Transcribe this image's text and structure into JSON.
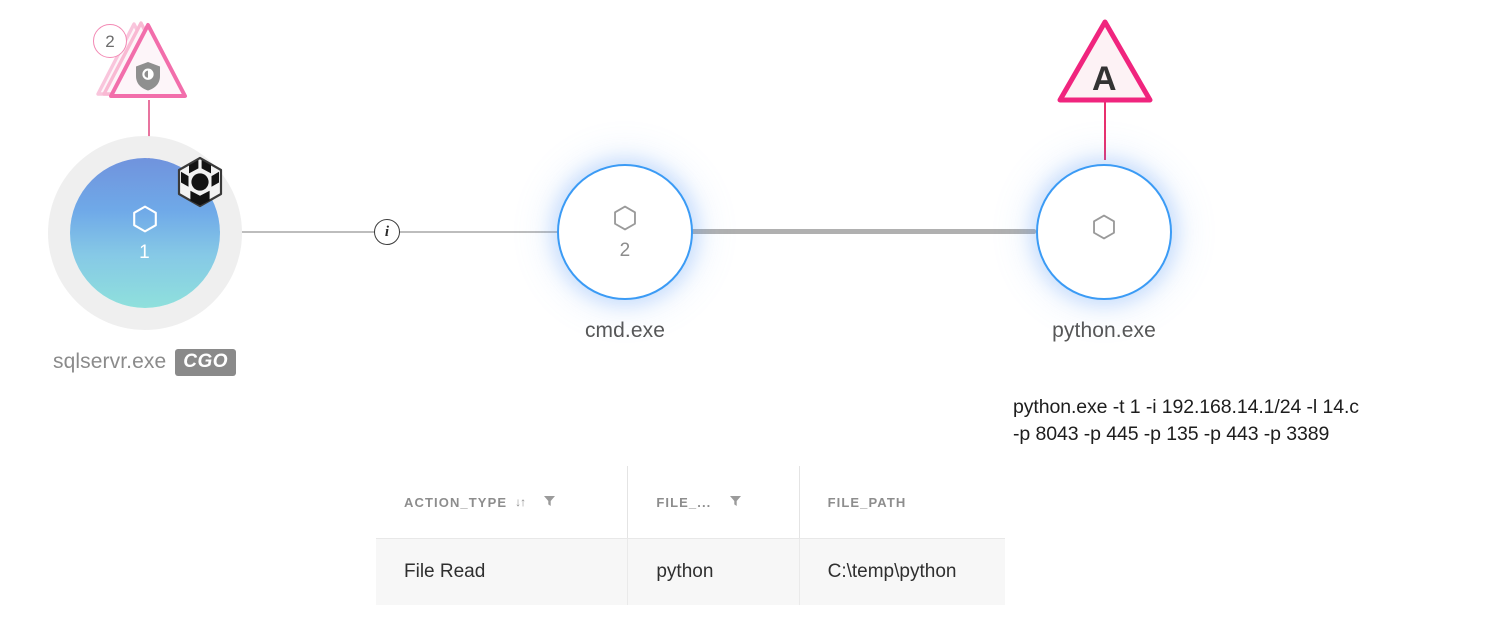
{
  "graph": {
    "nodes": [
      {
        "id": "sqlservr",
        "label": "sqlservr.exe",
        "badge": "CGO",
        "count": "1",
        "glyph_icon": "hexagon-icon",
        "container_icon": "cube-icon",
        "style": "filled"
      },
      {
        "id": "cmd",
        "label": "cmd.exe",
        "count": "2",
        "glyph_icon": "hexagon-icon",
        "style": "hollow"
      },
      {
        "id": "python",
        "label": "python.exe",
        "count": "",
        "glyph_icon": "hexagon-icon",
        "style": "hollow"
      }
    ],
    "edges": [
      {
        "from": "sqlservr",
        "to": "cmd",
        "weight": "thin",
        "marker_icon": "info-icon",
        "marker_label": "i"
      },
      {
        "from": "cmd",
        "to": "python",
        "weight": "thick"
      }
    ],
    "alerts": [
      {
        "id": "alert-sqlservr",
        "node": "sqlservr",
        "icon": "shield-icon",
        "letter": "",
        "count": "2",
        "stacked": true,
        "color": "#f26eab",
        "fill": "#fdf4f8"
      },
      {
        "id": "alert-python",
        "node": "python",
        "icon": "alert-triangle-icon",
        "letter": "A",
        "count": "",
        "stacked": false,
        "color": "#f0257e",
        "fill": "#fdf2f5"
      }
    ]
  },
  "details": {
    "command_line_1": "python.exe -t 1 -i 192.168.14.1/24 -l 14.c",
    "command_line_2": "-p 8043 -p 445 -p 135 -p 443 -p 3389"
  },
  "table": {
    "columns": [
      {
        "key": "action_type",
        "label": "ACTION_TYPE",
        "sortable": true,
        "sort_indicator": "↓↑",
        "filterable": true,
        "filter_icon": "funnel-icon"
      },
      {
        "key": "file_name",
        "label": "FILE_...",
        "sortable": false,
        "sort_indicator": "",
        "filterable": true,
        "filter_icon": "funnel-icon"
      },
      {
        "key": "file_path",
        "label": "FILE_PATH",
        "sortable": false,
        "sort_indicator": "",
        "filterable": false,
        "filter_icon": ""
      }
    ],
    "rows": [
      {
        "action_type": "File Read",
        "file_name": "python",
        "file_path": "C:\\temp\\python"
      }
    ]
  },
  "colors": {
    "node_ring": "#3b9bf5",
    "node_gradient_top": "#7093dd",
    "node_gradient_bottom": "#8fe0dc",
    "alert_pink": "#f0257e",
    "alert_pink_light": "#f26eab",
    "badge_gray": "#8a8a8a",
    "edge_gray": "#b9b9b9",
    "row_background": "#f7f7f7"
  }
}
